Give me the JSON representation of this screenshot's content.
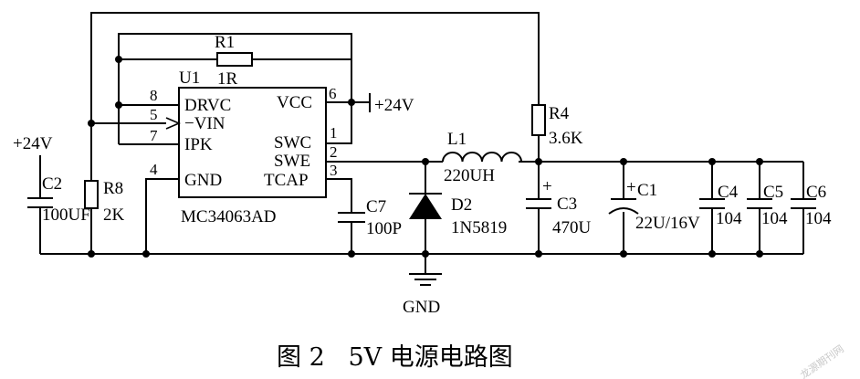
{
  "caption": "图 2   5V 电源电路图",
  "watermark": "龙源期刊网",
  "ic": {
    "ref": "U1",
    "part": "MC34063AD",
    "pins": {
      "drvc": {
        "num": "8",
        "name": "DRVC"
      },
      "vin": {
        "num": "5",
        "name": "−VIN"
      },
      "ipk": {
        "num": "7",
        "name": "IPK"
      },
      "gnd": {
        "num": "4",
        "name": "GND"
      },
      "vcc": {
        "num": "6",
        "name": "VCC"
      },
      "swc": {
        "num": "1",
        "name": "SWC"
      },
      "swe": {
        "num": "2",
        "name": "SWE"
      },
      "tcap": {
        "num": "3",
        "name": "TCAP"
      }
    }
  },
  "supply_left": "+24V",
  "supply_right": "+24V",
  "ground_label": "GND",
  "components": {
    "r1": {
      "ref": "R1",
      "value": "1R"
    },
    "r4": {
      "ref": "R4",
      "value": "3.6K"
    },
    "r8": {
      "ref": "R8",
      "value": "2K"
    },
    "c2": {
      "ref": "C2",
      "value": "100UF"
    },
    "c7": {
      "ref": "C7",
      "value": "100P"
    },
    "l1": {
      "ref": "L1",
      "value": "220UH"
    },
    "d2": {
      "ref": "D2",
      "value": "1N5819"
    },
    "c3": {
      "ref": "C3",
      "value": "470U",
      "polarity": "+"
    },
    "c1": {
      "ref": "C1",
      "value": "22U/16V",
      "polarity": "+"
    },
    "c4": {
      "ref": "C4",
      "value": "104"
    },
    "c5": {
      "ref": "C5",
      "value": "104"
    },
    "c6": {
      "ref": "C6",
      "value": "104"
    }
  }
}
